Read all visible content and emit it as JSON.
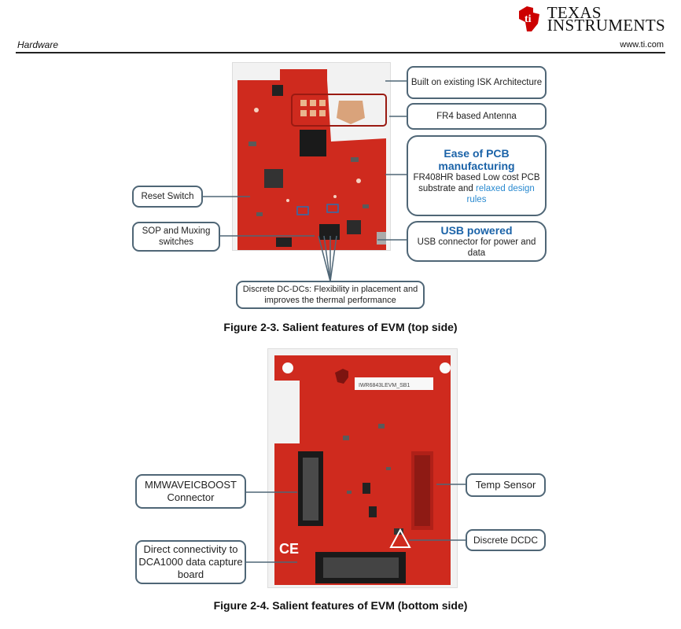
{
  "header": {
    "section": "Hardware",
    "website": "www.ti.com",
    "logo": {
      "line1": "TEXAS",
      "line2": "INSTRUMENTS",
      "icon": "ti-logo-icon",
      "color": "#cc0000"
    }
  },
  "figure_top": {
    "caption": "Figure 2-3. Salient features of EVM (top side)",
    "callouts": {
      "isk": "Built on existing ISK Architecture",
      "antenna": "FR4 based Antenna",
      "pcb_title": "Ease of PCB manufacturing",
      "pcb_text": "FR408HR based Low cost PCB substrate and",
      "pcb_accent": "relaxed design rules",
      "reset": "Reset Switch",
      "sop": "SOP and Muxing switches",
      "usb_title": "USB powered",
      "usb_text": "USB connector for power and data",
      "dcdc": "Discrete DC-DCs: Flexibility in placement and improves the thermal performance"
    }
  },
  "figure_bottom": {
    "caption": "Figure 2-4. Salient features of EVM (bottom side)",
    "callouts": {
      "mmwave": "MMWAVEICBOOST Connector",
      "temp": "Temp Sensor",
      "dcdc": "Discrete DCDC",
      "dca": "Direct connectivity to DCA1000 data capture board"
    },
    "board_label": "IWR6843LEVM_SB1"
  },
  "colors": {
    "board": "#cf2a1e",
    "callout_border": "#4f6676",
    "accent_blue": "#1b63a8",
    "connector": "#7d1410"
  }
}
